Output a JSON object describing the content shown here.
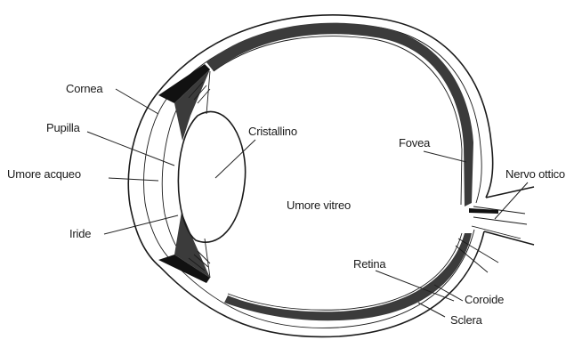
{
  "labels": {
    "cornea": "Cornea",
    "pupilla": "Pupilla",
    "umore_acqueo": "Umore acqueo",
    "iride": "Iride",
    "cristallino": "Cristallino",
    "umore_vitreo": "Umore vitreo",
    "fovea": "Fovea",
    "nervo_ottico": "Nervo ottico",
    "retina": "Retina",
    "coroide": "Coroide",
    "sclera": "Sclera"
  },
  "colors": {
    "ink": "#1a1a1a",
    "choroid": "#3b3b3b",
    "background": "#ffffff"
  }
}
